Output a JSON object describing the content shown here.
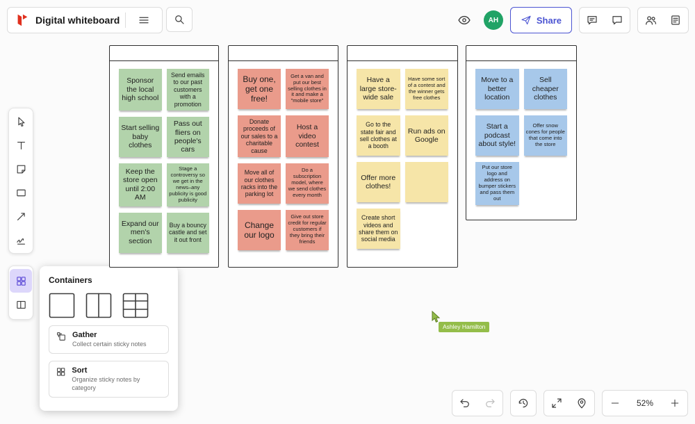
{
  "header": {
    "title": "Digital whiteboard",
    "share_label": "Share",
    "avatar_initials": "AH"
  },
  "containers_panel": {
    "title": "Containers",
    "options": [
      {
        "label": "Gather",
        "description": "Collect certain sticky notes"
      },
      {
        "label": "Sort",
        "description": "Organize sticky notes by category"
      }
    ]
  },
  "boards": [
    {
      "color": "#b2d3ab",
      "notes": [
        {
          "text": "Sponsor the local high school",
          "size": "md"
        },
        {
          "text": "Send emails to our past customers with a promotion",
          "size": "sm"
        },
        {
          "text": "Start selling baby clothes",
          "size": "md"
        },
        {
          "text": "Pass out fliers on people's cars",
          "size": "md"
        },
        {
          "text": "Keep the store open until 2:00 AM",
          "size": "md"
        },
        {
          "text": "Stage a controversy so we get in the news–any publicity is good publicity",
          "size": "xs"
        },
        {
          "text": "Expand our men's section",
          "size": "md"
        },
        {
          "text": "Buy a bouncy castle and set it out front",
          "size": "sm"
        }
      ]
    },
    {
      "color": "#ea9b8b",
      "notes": [
        {
          "text": "Buy one, get one free!",
          "size": "lg"
        },
        {
          "text": "Get a van and put our best selling clothes in it and make a \"mobile store\"",
          "size": "xs"
        },
        {
          "text": "Donate proceeds of our sales to a charitable cause",
          "size": "sm"
        },
        {
          "text": "Host a video contest",
          "size": "md"
        },
        {
          "text": "Move all of our clothes racks into the parking lot",
          "size": "sm"
        },
        {
          "text": "Do a subscription model, where we send clothes every month",
          "size": "xs"
        },
        {
          "text": "Change our logo",
          "size": "lg"
        },
        {
          "text": "Give out store credit for regular customers if they bring their friends",
          "size": "xs"
        }
      ]
    },
    {
      "color": "#f6e5a8",
      "notes": [
        {
          "text": "Have a large store-wide sale",
          "size": "md"
        },
        {
          "text": "Have some sort of a contest and the winner gets free clothes",
          "size": "xs"
        },
        {
          "text": "Go to the state fair and sell clothes at a booth",
          "size": "sm"
        },
        {
          "text": "Run ads on Google",
          "size": "md"
        },
        {
          "text": "Offer more clothes!",
          "size": "md"
        },
        {
          "text": "",
          "size": "md"
        },
        {
          "text": "Create short videos and share them on social media",
          "size": "sm"
        }
      ]
    },
    {
      "color": "#a7c8ea",
      "notes": [
        {
          "text": "Move to a better location",
          "size": "md"
        },
        {
          "text": "Sell cheaper clothes",
          "size": "md"
        },
        {
          "text": "Start a podcast about style!",
          "size": "md"
        },
        {
          "text": "Offer snow cones for people that come into the store",
          "size": "xs"
        },
        {
          "text": "Put our store logo and address on bumper stickers and pass them out",
          "size": "xs"
        }
      ]
    }
  ],
  "collaborator": {
    "name": "Ashley Hamilton",
    "color": "#94bd4a"
  },
  "zoom": {
    "level": "52%"
  },
  "colors": {
    "accent_blue": "#4a53d2",
    "selected_tool_purple": "#5b48d6",
    "avatar_green": "#21a366",
    "logo_red": "#e0301e"
  }
}
